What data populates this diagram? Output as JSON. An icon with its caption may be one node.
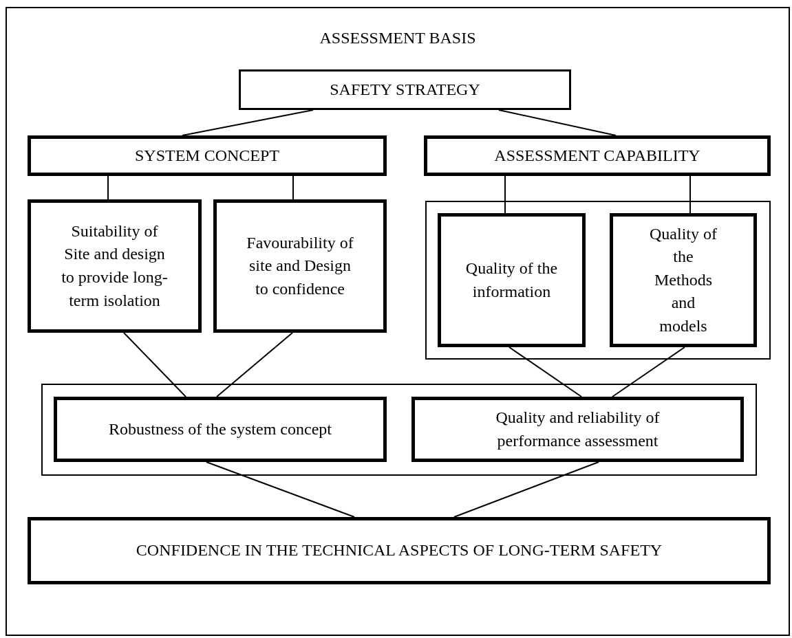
{
  "diagram": {
    "nodes": [
      {
        "text": [
          "ASSESSMENT BASIS"
        ]
      },
      {
        "text": [
          "SAFETY STRATEGY"
        ],
        "in": 0
      },
      {
        "text": [
          "SYSTEM CONCEPT"
        ],
        "in": 0
      },
      {
        "text": [
          "ASSESSMENT CAPABILITY"
        ],
        "in": 0
      },
      {
        "text": [
          "Suitability of Site and design to provide long-term isolation"
        ],
        "in": 0
      },
      {
        "text": [
          "Favourability of site and Design to confidence"
        ],
        "in": 0
      },
      {
        "text": [],
        "shape": "box",
        "in": 0
      },
      {
        "text": [
          "Quality of the information"
        ],
        "in": 6
      },
      {
        "text": [
          "Quality of the Methods and models"
        ],
        "in": 6
      },
      {
        "text": [],
        "shape": "box",
        "in": 0
      },
      {
        "text": [
          "Robustness of the system concept"
        ],
        "in": 9
      },
      {
        "text": [
          "Quality and reliability of performance assessment"
        ],
        "in": 9
      },
      {
        "text": [
          "CONFIDENCE IN THE TECHNICAL ASPECTS OF LONG-TERM SAFETY"
        ],
        "in": 0
      }
    ],
    "edges": [
      {
        "from": 1,
        "to": 2,
        "arrow": "none"
      },
      {
        "from": 1,
        "to": 3,
        "arrow": "none"
      },
      {
        "from": 2,
        "to": 4,
        "arrow": "none"
      },
      {
        "from": 2,
        "to": 5,
        "arrow": "none"
      },
      {
        "from": 3,
        "to": 7,
        "arrow": "none"
      },
      {
        "from": 3,
        "to": 8,
        "arrow": "none"
      },
      {
        "from": 4,
        "to": 10,
        "arrow": "none"
      },
      {
        "from": 5,
        "to": 10,
        "arrow": "none"
      },
      {
        "from": 7,
        "to": 11,
        "arrow": "none"
      },
      {
        "from": 8,
        "to": 11,
        "arrow": "none"
      },
      {
        "from": 10,
        "to": 12,
        "arrow": "none"
      },
      {
        "from": 11,
        "to": 12,
        "arrow": "none"
      }
    ]
  }
}
